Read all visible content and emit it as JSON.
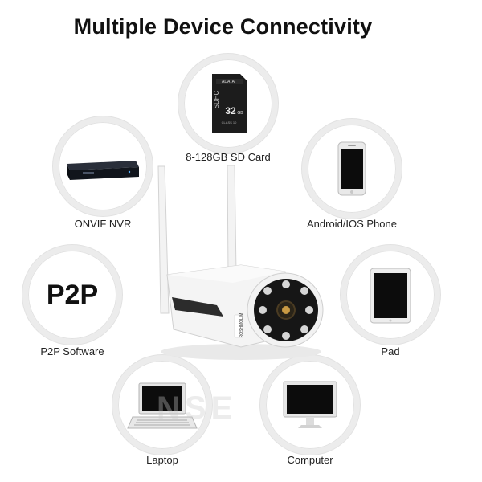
{
  "title": "Multiple Device Connectivity",
  "devices": {
    "sd_card": {
      "label": "8-128GB SD Card",
      "brand_text": "ADATA",
      "capacity_text": "32",
      "unit_text": "GB",
      "format_text": "SDHC",
      "class_text": "CLASS 10"
    },
    "nvr": {
      "label": "ONVIF NVR"
    },
    "phone": {
      "label": "Android/IOS Phone"
    },
    "p2p": {
      "label": "P2P Software",
      "icon_text": "P2P"
    },
    "pad": {
      "label": "Pad"
    },
    "laptop": {
      "label": "Laptop"
    },
    "computer": {
      "label": "Computer"
    }
  },
  "camera": {
    "model_text": "ROSHMOLIM"
  },
  "watermark": "NSE",
  "colors": {
    "ring": "#ececec",
    "camera_body": "#f4f4f4",
    "camera_lens_ring": "#1a1a1a",
    "screen": "#0d0d0d"
  }
}
